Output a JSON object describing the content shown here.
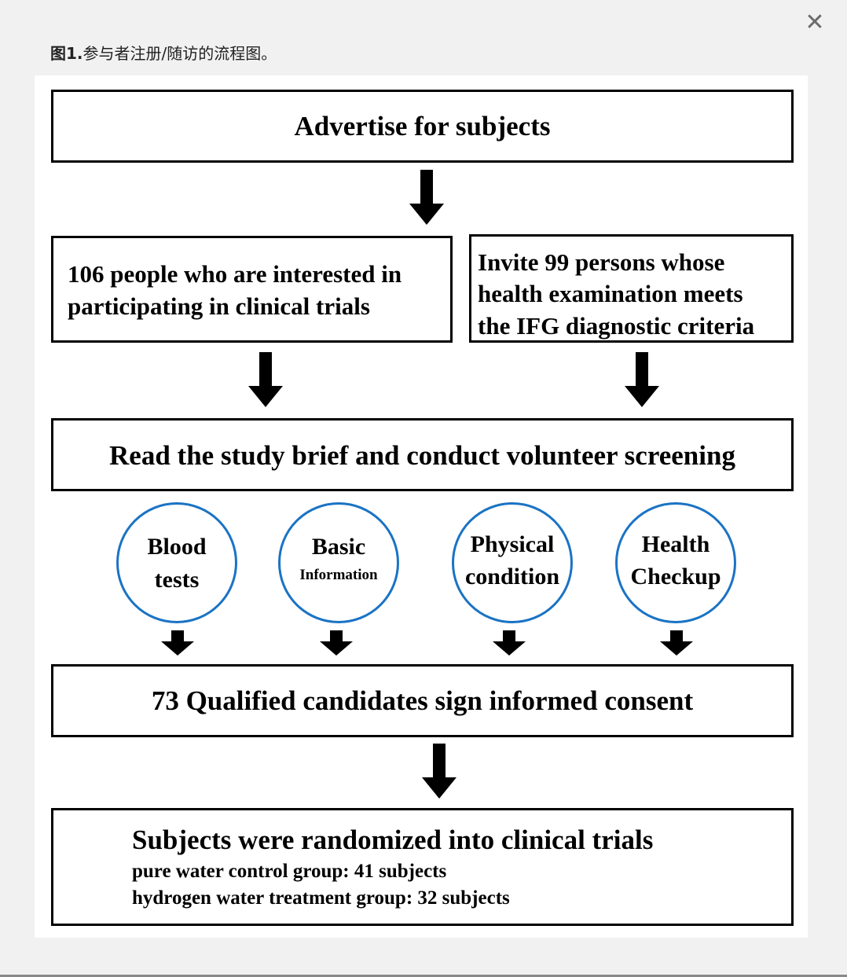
{
  "dialog": {
    "caption_label": "图1.",
    "caption_text": "参与者注册/随访的流程图。",
    "close_glyph": "✕"
  },
  "flowchart": {
    "advertise": "Advertise for subjects",
    "interested": [
      "106 people who are interested in",
      "participating in clinical trials"
    ],
    "invite": [
      "Invite  99 persons whose",
      "health examination meets",
      "the IFG diagnostic criteria"
    ],
    "screening": "Read the study brief and conduct volunteer screening",
    "criteria": [
      {
        "line1": "Blood",
        "line2": "tests"
      },
      {
        "line1": "Basic",
        "line2": "Information"
      },
      {
        "line1": "Physical",
        "line2": "condition"
      },
      {
        "line1": "Health",
        "line2": "Checkup"
      }
    ],
    "consent": "73 Qualified candidates sign informed consent",
    "randomized": {
      "title": "Subjects were randomized into clinical trials",
      "group1": "pure water control group: 41 subjects",
      "group2": "hydrogen water  treatment group: 32 subjects"
    }
  },
  "colors": {
    "circle_border": "#1a73c4",
    "box_border": "#000000",
    "page_bg": "#f1f1f1"
  }
}
